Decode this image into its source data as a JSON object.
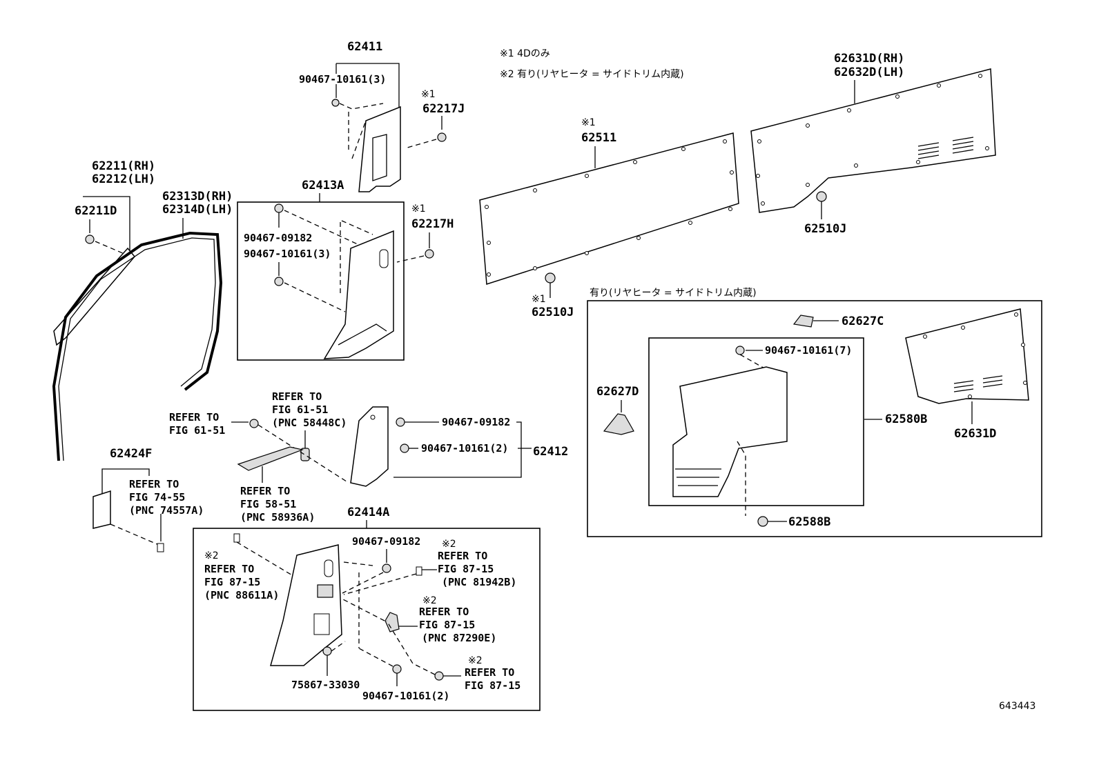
{
  "notes": {
    "note1": "※1 4Dのみ",
    "note2": "※2 有り(リヤヒータ = サイドトリム内蔵)",
    "box_caption": "有り(リヤヒータ = サイドトリム内蔵)"
  },
  "marks": {
    "m1": "※1",
    "m2": "※2"
  },
  "parts": {
    "p62411": "62411",
    "p90467_10161_3a": "90467-10161(3)",
    "p62217J": "62217J",
    "p62211": "62211(RH)",
    "p62212": "62212(LH)",
    "p62211D": "62211D",
    "p62313D": "62313D(RH)",
    "p62314D": "62314D(LH)",
    "p62413A": "62413A",
    "p90467_09182a": "90467-09182",
    "p90467_10161_3b": "90467-10161(3)",
    "p62217H": "62217H",
    "p62511": "62511",
    "p62631D_RH": "62631D(RH)",
    "p62632D_LH": "62632D(LH)",
    "p62510J_a": "62510J",
    "p62510J_b": "62510J",
    "p62627C": "62627C",
    "p90467_10161_7": "90467-10161(7)",
    "p62627D": "62627D",
    "p62580B": "62580B",
    "p62631D": "62631D",
    "p62588B": "62588B",
    "p90467_09182b": "90467-09182",
    "p90467_10161_2a": "90467-10161(2)",
    "p62412": "62412",
    "p62424F": "62424F",
    "p62414A": "62414A",
    "p90467_09182c": "90467-09182",
    "p75867_33030": "75867-33030",
    "p90467_10161_2b": "90467-10161(2)"
  },
  "refs": {
    "r1": [
      "REFER TO",
      "FIG 61-51",
      "(PNC 58448C)"
    ],
    "r2": [
      "REFER TO",
      "FIG 61-51"
    ],
    "r3": [
      "REFER TO",
      "FIG 58-51",
      "(PNC 58936A)"
    ],
    "r4": [
      "REFER TO",
      "FIG 74-55",
      "(PNC 74557A)"
    ],
    "r5": [
      "REFER TO",
      "FIG 87-15",
      "(PNC 88611A)"
    ],
    "r6": [
      "REFER TO",
      "FIG 87-15",
      "(PNC 81942B)"
    ],
    "r7": [
      "REFER TO",
      "FIG 87-15",
      "(PNC 87290E)"
    ],
    "r8": [
      "REFER TO",
      "FIG 87-15"
    ]
  },
  "diagram_id": "643443"
}
